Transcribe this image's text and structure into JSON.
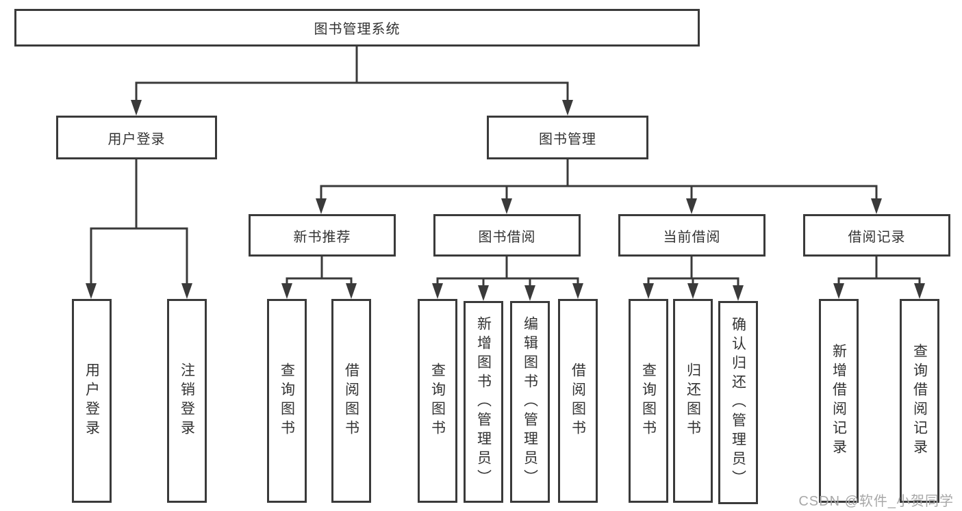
{
  "diagram": {
    "title": "图书管理系统",
    "level2": {
      "user_login": {
        "label": "用户登录"
      },
      "book_mgmt": {
        "label": "图书管理"
      }
    },
    "level3": {
      "new_books": {
        "label": "新书推荐"
      },
      "book_borrow": {
        "label": "图书借阅"
      },
      "current_borrow": {
        "label": "当前借阅"
      },
      "borrow_records": {
        "label": "借阅记录"
      }
    },
    "leaves": {
      "user_login_leaves": [
        "用户登录",
        "注销登录"
      ],
      "new_books_leaves": [
        "查询图书",
        "借阅图书"
      ],
      "book_borrow_leaves": [
        "查询图书",
        "新增图书（管理员）",
        "编辑图书（管理员）",
        "借阅图书"
      ],
      "current_borrow_leaves": [
        "查询图书",
        "归还图书",
        "确认归还（管理员）"
      ],
      "borrow_records_leaves": [
        "新增借阅记录",
        "查询借阅记录"
      ]
    },
    "watermark": "CSDN @软件_小贺同学",
    "colors": {
      "line": "#3a3a3a",
      "text": "#333333",
      "watermark": "#a8a8a8",
      "background": "#ffffff"
    }
  }
}
